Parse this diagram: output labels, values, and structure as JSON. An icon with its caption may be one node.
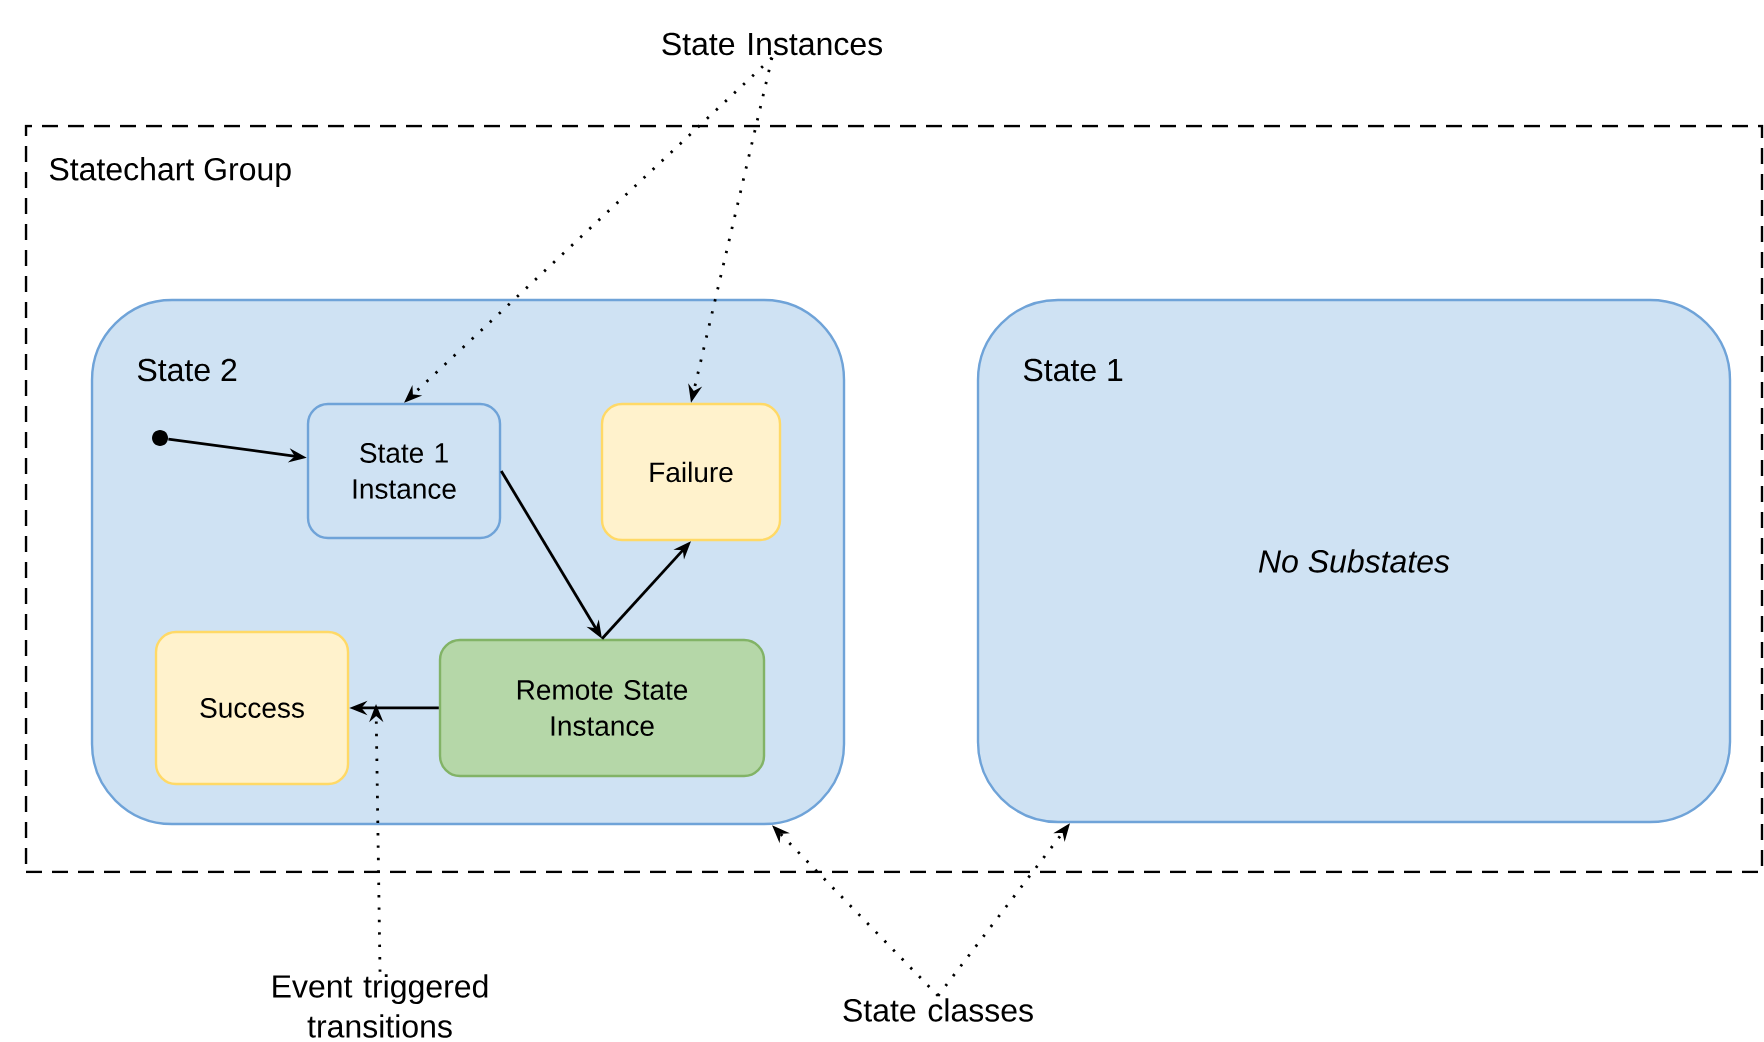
{
  "diagram": {
    "nodes": [
      {
        "text": [
          "Statechart Group"
        ]
      },
      {
        "text": [
          "State 2"
        ],
        "in": 0
      },
      {
        "text": [],
        "shape": "circle",
        "in": 1
      },
      {
        "text": [
          "State 1 Instance"
        ],
        "in": 1
      },
      {
        "text": [
          "Failure"
        ],
        "in": 1
      },
      {
        "text": [
          "Remote State Instance"
        ],
        "in": 1
      },
      {
        "text": [
          "Success"
        ],
        "in": 1
      },
      {
        "text": [
          "State 1",
          "No Substates"
        ],
        "in": 0
      },
      {
        "text": [
          "State Instances"
        ]
      },
      {
        "text": [
          "Event triggered transitions"
        ]
      },
      {
        "text": [
          "State classes"
        ]
      }
    ],
    "edges": [
      {
        "from": 2,
        "to": 3,
        "arrow": "to"
      },
      {
        "from": 3,
        "to": 5,
        "arrow": "to"
      },
      {
        "from": 5,
        "to": 4,
        "arrow": "to"
      },
      {
        "from": 5,
        "to": 6,
        "arrow": "to"
      },
      {
        "from": 8,
        "to": 3,
        "arrow": "to",
        "style": "dashed"
      },
      {
        "from": 8,
        "to": 4,
        "arrow": "to",
        "style": "dashed"
      },
      {
        "from": 9,
        "to": null,
        "arrow": "to",
        "style": "dashed"
      },
      {
        "from": 10,
        "to": 1,
        "arrow": "to",
        "style": "dashed"
      },
      {
        "from": 10,
        "to": 7,
        "arrow": "to",
        "style": "dashed"
      }
    ]
  }
}
